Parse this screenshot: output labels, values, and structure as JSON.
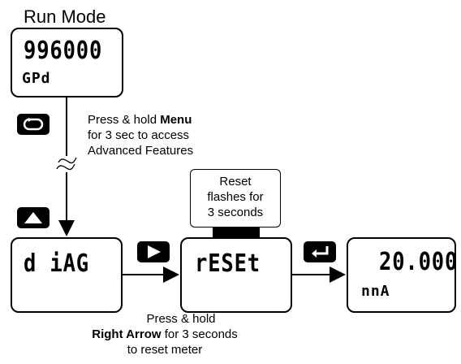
{
  "run_mode": {
    "title": "Run Mode",
    "display_main": "996000",
    "display_sub": "GPd"
  },
  "menu_note": {
    "line1_prefix": "Press & hold ",
    "line1_bold": "Menu",
    "line2": "for 3 sec to access",
    "line3": "Advanced Features"
  },
  "diag_display": {
    "main": "d iAG"
  },
  "reset_display": {
    "main": "rESEt"
  },
  "reset_flash_note": {
    "line1": "Reset",
    "line2": "flashes for",
    "line3": "3 seconds"
  },
  "max_display": {
    "main": "20.000",
    "sub": "nnA"
  },
  "right_arrow_note": {
    "line1": "Press & hold",
    "line2_bold": "Right Arrow",
    "line2_rest": " for 3 seconds",
    "line3": "to reset meter"
  },
  "icons": [
    "menu-key-icon",
    "up-arrow-key-icon",
    "right-arrow-key-icon",
    "enter-key-icon"
  ]
}
